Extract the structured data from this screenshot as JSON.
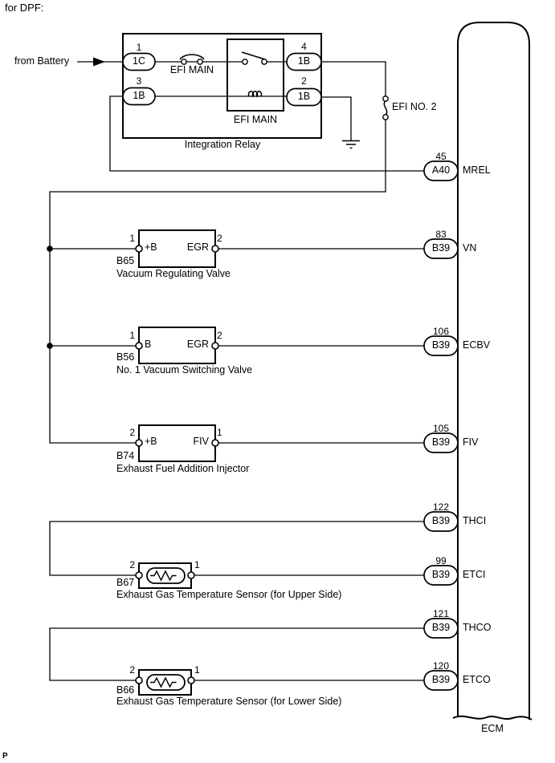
{
  "page": {
    "heading": "for DPF:",
    "footer": "P"
  },
  "source": {
    "label": "from Battery"
  },
  "relay": {
    "box_label": "Integration Relay",
    "inner_relay_label": "EFI MAIN",
    "fuse_label": "EFI MAIN",
    "pin1": {
      "num": "1",
      "id": "1C"
    },
    "pin3": {
      "num": "3",
      "id": "1B"
    },
    "pin4": {
      "num": "4",
      "id": "1B"
    },
    "pin2": {
      "num": "2",
      "id": "1B"
    }
  },
  "fuse2": {
    "label": "EFI NO. 2"
  },
  "ecm": {
    "label": "ECM",
    "terminals": [
      {
        "pin": "45",
        "connector": "A40",
        "signal": "MREL"
      },
      {
        "pin": "83",
        "connector": "B39",
        "signal": "VN"
      },
      {
        "pin": "106",
        "connector": "B39",
        "signal": "ECBV"
      },
      {
        "pin": "105",
        "connector": "B39",
        "signal": "FIV"
      },
      {
        "pin": "122",
        "connector": "B39",
        "signal": "THCI"
      },
      {
        "pin": "99",
        "connector": "B39",
        "signal": "ETCI"
      },
      {
        "pin": "121",
        "connector": "B39",
        "signal": "THCO"
      },
      {
        "pin": "120",
        "connector": "B39",
        "signal": "ETCO"
      }
    ]
  },
  "components": [
    {
      "code": "B65",
      "name": "Vacuum Regulating Valve",
      "left_pin": "1",
      "left_terminal": "+B",
      "right_terminal": "EGR",
      "right_pin": "2"
    },
    {
      "code": "B56",
      "name": "No. 1 Vacuum Switching Valve",
      "left_pin": "1",
      "left_terminal": "B",
      "right_terminal": "EGR",
      "right_pin": "2"
    },
    {
      "code": "B74",
      "name": "Exhaust Fuel Addition Injector",
      "left_pin": "2",
      "left_terminal": "+B",
      "right_terminal": "FIV",
      "right_pin": "1"
    },
    {
      "code": "B67",
      "name": "Exhaust Gas Temperature Sensor (for Upper Side)",
      "left_pin": "2",
      "right_pin": "1"
    },
    {
      "code": "B66",
      "name": "Exhaust Gas Temperature Sensor (for Lower Side)",
      "left_pin": "2",
      "right_pin": "1"
    }
  ]
}
